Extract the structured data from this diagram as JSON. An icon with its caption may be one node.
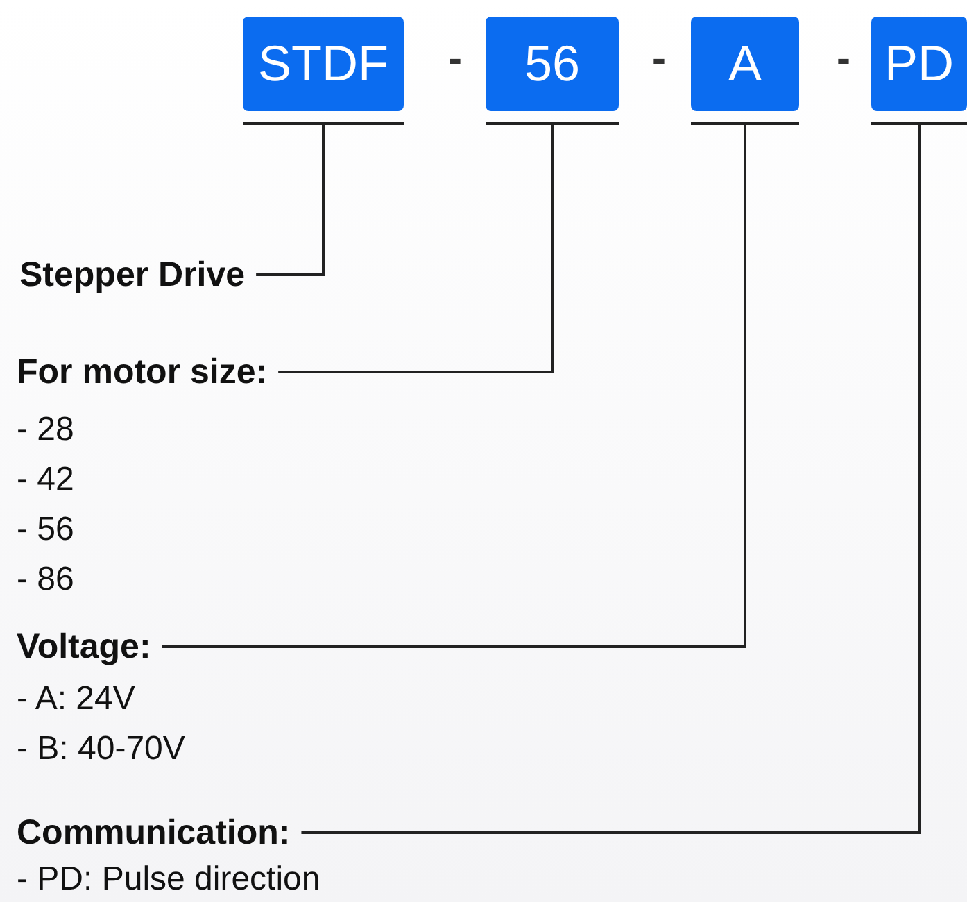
{
  "diagram": {
    "nodes": [
      {
        "text": [
          "STDF"
        ]
      },
      {
        "text": [
          "56"
        ]
      },
      {
        "text": [
          "A"
        ]
      },
      {
        "text": [
          "PD"
        ]
      },
      {
        "text": [
          "Stepper Drive"
        ]
      },
      {
        "text": [
          "For motor size:"
        ]
      },
      {
        "text": [
          "Voltage:"
        ]
      },
      {
        "text": [
          "Communication:"
        ]
      }
    ],
    "edges": [
      {
        "from": 0,
        "to": 4,
        "arrow": "none"
      },
      {
        "from": 1,
        "to": 5,
        "arrow": "none"
      },
      {
        "from": 2,
        "to": 6,
        "arrow": "none"
      },
      {
        "from": 3,
        "to": 7,
        "arrow": "none"
      }
    ],
    "labels": [
      "-",
      "-",
      "-",
      "- 28",
      "- 42",
      "- 56",
      "- 86",
      "- A: 24V",
      "- B: 40-70V",
      "- PD: Pulse direction"
    ]
  }
}
